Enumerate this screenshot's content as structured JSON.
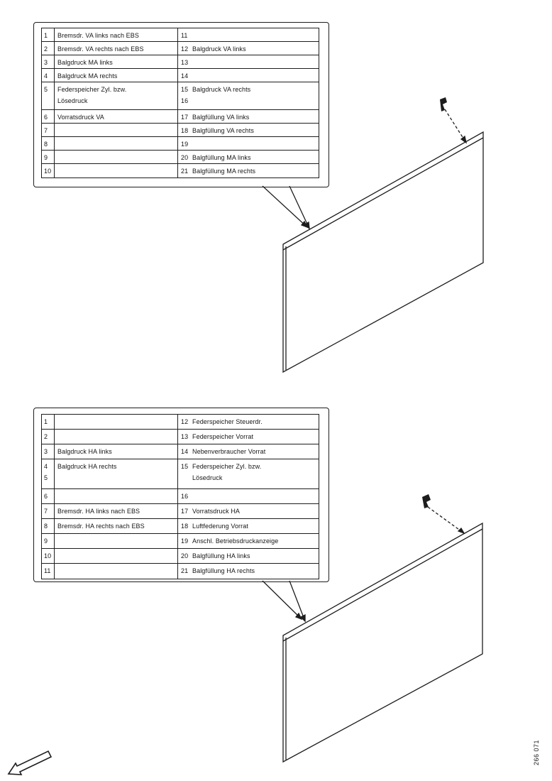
{
  "page": {
    "background": "#ffffff",
    "line_color": "#1d1d1d",
    "figure_number": "266 071"
  },
  "icons": {
    "driving_direction_arrow": "hollow-arrow-down-left",
    "panel_marker": "direction-marker-flag",
    "leader_arrow": "thin-arrowhead"
  },
  "t1": {
    "bands": [
      {
        "ln": [
          "1"
        ],
        "lt": [
          "Bremsdr. VA links nach EBS"
        ],
        "rn": [
          "11"
        ],
        "rt": [
          ""
        ]
      },
      {
        "ln": [
          "2"
        ],
        "lt": [
          "Bremsdr. VA rechts nach EBS"
        ],
        "rn": [
          "12"
        ],
        "rt": [
          "Balgdruck VA links"
        ]
      },
      {
        "ln": [
          "3"
        ],
        "lt": [
          "Balgdruck MA links"
        ],
        "rn": [
          "13"
        ],
        "rt": [
          ""
        ]
      },
      {
        "ln": [
          "4"
        ],
        "lt": [
          "Balgdruck MA rechts"
        ],
        "rn": [
          "14"
        ],
        "rt": [
          ""
        ]
      },
      {
        "ln": [
          "5",
          ""
        ],
        "lt": [
          "Federspeicher Zyl. bzw.",
          "Lösedruck"
        ],
        "rn": [
          "15",
          "16"
        ],
        "rt": [
          "Balgdruck VA rechts",
          ""
        ]
      },
      {
        "ln": [
          "6"
        ],
        "lt": [
          "Vorratsdruck VA"
        ],
        "rn": [
          "17"
        ],
        "rt": [
          "Balgfüllung VA links"
        ]
      },
      {
        "ln": [
          "7"
        ],
        "lt": [
          ""
        ],
        "rn": [
          "18"
        ],
        "rt": [
          "Balgfüllung VA rechts"
        ]
      },
      {
        "ln": [
          "8"
        ],
        "lt": [
          ""
        ],
        "rn": [
          "19"
        ],
        "rt": [
          ""
        ]
      },
      {
        "ln": [
          "9"
        ],
        "lt": [
          ""
        ],
        "rn": [
          "20"
        ],
        "rt": [
          "Balgfüllung MA links"
        ]
      },
      {
        "ln": [
          "10"
        ],
        "lt": [
          ""
        ],
        "rn": [
          "21"
        ],
        "rt": [
          "Balgfüllung MA rechts"
        ]
      }
    ]
  },
  "t2": {
    "bands": [
      {
        "ln": [
          "1"
        ],
        "lt": [
          ""
        ],
        "rn": [
          "12"
        ],
        "rt": [
          "Federspeicher Steuerdr."
        ]
      },
      {
        "ln": [
          "2"
        ],
        "lt": [
          ""
        ],
        "rn": [
          "13"
        ],
        "rt": [
          "Federspeicher Vorrat"
        ]
      },
      {
        "ln": [
          "3"
        ],
        "lt": [
          "Balgdruck HA links"
        ],
        "rn": [
          "14"
        ],
        "rt": [
          "Nebenverbraucher Vorrat"
        ]
      },
      {
        "ln": [
          "4",
          "5"
        ],
        "lt": [
          "Balgdruck HA rechts",
          ""
        ],
        "rn": [
          "15",
          ""
        ],
        "rt": [
          "Federspeicher Zyl. bzw.",
          "Lösedruck"
        ]
      },
      {
        "ln": [
          "6"
        ],
        "lt": [
          ""
        ],
        "rn": [
          "16"
        ],
        "rt": [
          ""
        ]
      },
      {
        "ln": [
          "7"
        ],
        "lt": [
          "Bremsdr. HA links nach EBS"
        ],
        "rn": [
          "17"
        ],
        "rt": [
          "Vorratsdruck HA"
        ]
      },
      {
        "ln": [
          "8"
        ],
        "lt": [
          "Bremsdr. HA rechts nach EBS"
        ],
        "rn": [
          "18"
        ],
        "rt": [
          "Luftfederung Vorrat"
        ]
      },
      {
        "ln": [
          "9"
        ],
        "lt": [
          ""
        ],
        "rn": [
          "19"
        ],
        "rt": [
          "Anschl. Betriebsdruckanzeige"
        ]
      },
      {
        "ln": [
          "10"
        ],
        "lt": [
          ""
        ],
        "rn": [
          "20"
        ],
        "rt": [
          "Balgfüllung HA links"
        ]
      },
      {
        "ln": [
          "11"
        ],
        "lt": [
          ""
        ],
        "rn": [
          "21"
        ],
        "rt": [
          "Balgfüllung HA rechts"
        ]
      }
    ]
  }
}
